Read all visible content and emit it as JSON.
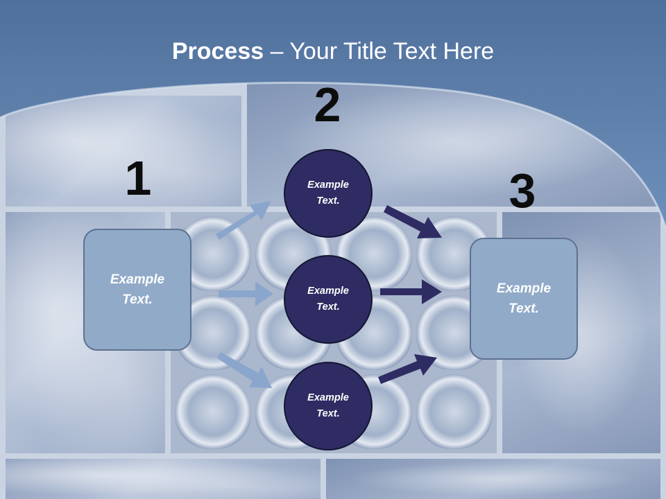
{
  "title": {
    "bold": "Process",
    "rest": " – Your Title Text Here"
  },
  "steps": [
    {
      "number": "1",
      "box_text": "Example\nText."
    },
    {
      "number": "2"
    },
    {
      "number": "3",
      "box_text": "Example\nText."
    }
  ],
  "circles": [
    {
      "text": "Example\nText."
    },
    {
      "text": "Example\nText."
    },
    {
      "text": "Example\nText."
    }
  ],
  "colors": {
    "header": "#5b7aa5",
    "box_fill": "#91aac8",
    "circle_fill": "#2e2c63",
    "arrow_light": "#8ba6cc",
    "arrow_dark": "#2e2c63"
  }
}
